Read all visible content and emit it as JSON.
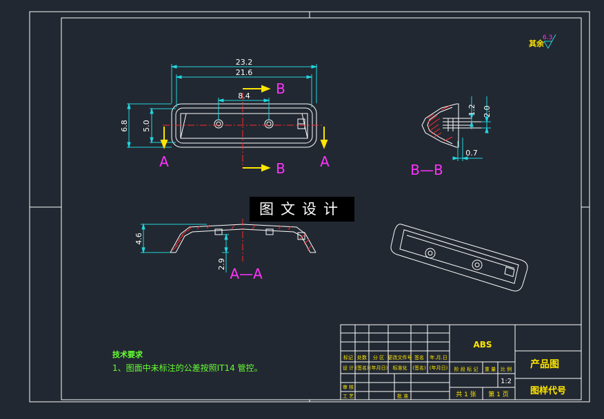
{
  "title_block": {
    "material": "ABS",
    "drawing_title": "产品图",
    "drawing_code": "图样代号",
    "scale": "1:2",
    "sheets_total": "共 1 张",
    "sheet_no": "第 1 页",
    "header_cells": [
      "标记",
      "处数",
      "分 区",
      "更改文件号",
      "签名",
      "年.月.日"
    ],
    "design_row": [
      "设 计",
      "(签名)",
      "(年月日)",
      "标准化",
      "(签名)",
      "(年月日)"
    ],
    "stage_cells": [
      "阶 段 标 记",
      "重 量",
      "比 例"
    ],
    "review_labels": [
      "审 核",
      "工 艺"
    ],
    "approve_label": "批 准"
  },
  "notes": {
    "heading": "技术要求",
    "item1": "1、图面中未标注的公差按照IT14 管控。"
  },
  "roughness": {
    "prefix": "其余",
    "value": "6.3"
  },
  "dims": {
    "overall_length": "23.2",
    "inner_length": "21.6",
    "hole_spacing": "8.4",
    "overall_height": "6.8",
    "inner_height": "5.0",
    "rib_1": "1.2",
    "rib_2": "2.0",
    "wall": "0.7",
    "depth": "4.6",
    "boss": "2.9"
  },
  "labels": {
    "section_a": "A",
    "section_b": "B",
    "section_aa": "A—A",
    "section_bb": "B—B"
  },
  "watermark": "图文设计"
}
